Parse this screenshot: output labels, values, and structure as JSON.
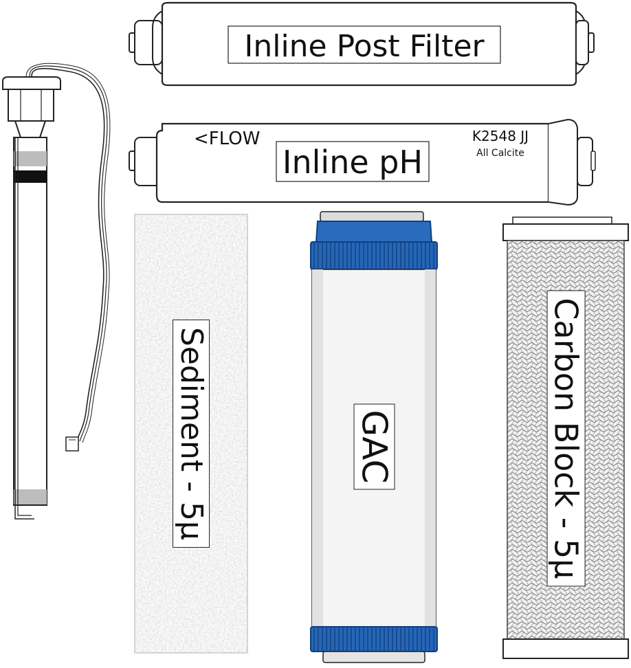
{
  "filters": {
    "inline_post": {
      "label": "Inline Post Filter"
    },
    "inline_ph": {
      "label": "Inline pH",
      "flow_text": "<FLOW",
      "code": "K2548 JJ",
      "subtext": "All Calcite"
    },
    "sediment": {
      "label": "Sediment - 5μ"
    },
    "gac": {
      "label": "GAC",
      "cap_color": "#1e5fae",
      "cap_dark": "#0f3f7f"
    },
    "carbon_block": {
      "label": "Carbon Block - 5μ"
    }
  }
}
